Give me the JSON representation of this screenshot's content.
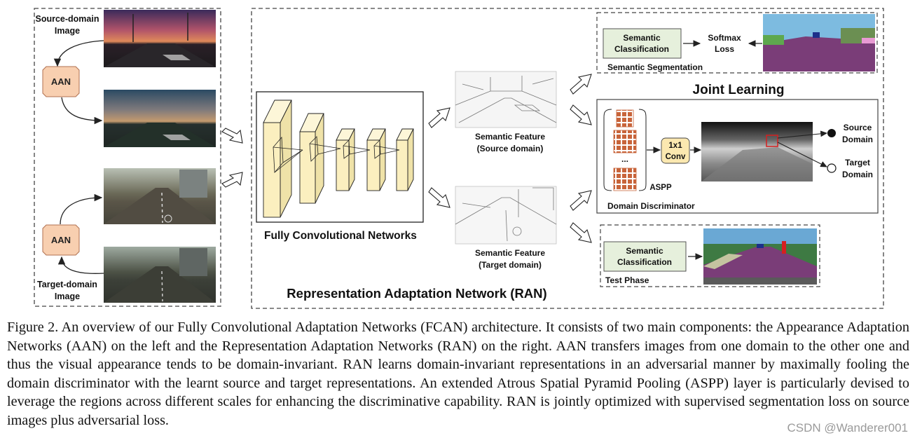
{
  "aan": {
    "source_label_1": "Source-domain",
    "source_label_2": "Image",
    "target_label_1": "Target-domain",
    "target_label_2": "Image",
    "box_label": "AAN"
  },
  "fcn": {
    "title": "Fully Convolutional Networks"
  },
  "features": {
    "source_1": "Semantic Feature",
    "source_2": "(Source domain)",
    "target_1": "Semantic Feature",
    "target_2": "(Target domain)"
  },
  "ran": {
    "title": "Representation Adaptation Network (RAN)"
  },
  "joint": {
    "title": "Joint Learning",
    "semantic_classification_1": "Semantic",
    "semantic_classification_2": "Classification",
    "softmax_1": "Softmax",
    "softmax_2": "Loss",
    "segmentation_label": "Semantic Segmentation",
    "conv_1": "1x1",
    "conv_2": "Conv",
    "aspp": "ASPP",
    "ellipsis": "...",
    "source_domain_1": "Source",
    "source_domain_2": "Domain",
    "target_domain_1": "Target",
    "target_domain_2": "Domain",
    "discriminator_label": "Domain Discriminator"
  },
  "test": {
    "semantic_classification_1": "Semantic",
    "semantic_classification_2": "Classification",
    "label": "Test Phase"
  },
  "caption": "Figure 2. An overview of our Fully Convolutional Adaptation Networks (FCAN) architecture. It consists of two main components: the Appearance Adaptation Networks (AAN) on the left and the Representation Adaptation Networks (RAN) on the right. AAN transfers images from one domain to the other one and thus the visual appearance tends to be domain-invariant. RAN learns domain-invariant representations in an adversarial manner by maximally fooling the domain discriminator with the learnt source and target representations. An extended Atrous Spatial Pyramid Pooling (ASPP) layer is particularly devised to leverage the regions across different scales for enhancing the discriminative capability. RAN is jointly optimized with supervised segmentation loss on source images plus adversarial loss.",
  "watermark": "CSDN @Wanderer001",
  "colors": {
    "aan_fill": "#f8cfb0",
    "aan_stroke": "#b07050",
    "fcn_layer": "#fbefbf",
    "classifier_fill": "#e6f0dc",
    "conv_fill": "#fbe8b0",
    "aspp_brick": "#c8643a"
  }
}
